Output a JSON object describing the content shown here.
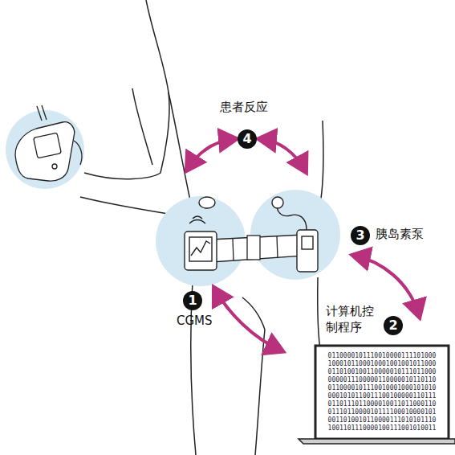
{
  "diagram": {
    "nodes": [
      {
        "text": [
          "0110000101110010000111101000",
          "1000101100010001001001011000",
          "0110100100110000010111011000",
          "0000011100000110000010110110",
          "0110000101110010001000101010",
          "0001010110011100100000110111",
          "0110111011000010011011000110",
          "0111011000010111100010000101",
          "0011010010110000111010101110",
          "1001101110000100111001010011"
        ]
      }
    ],
    "labels": [
      "患者反应",
      "4",
      "3",
      "胰岛素泵",
      "1",
      "CGMS",
      "计算机控制程序",
      "2"
    ]
  }
}
